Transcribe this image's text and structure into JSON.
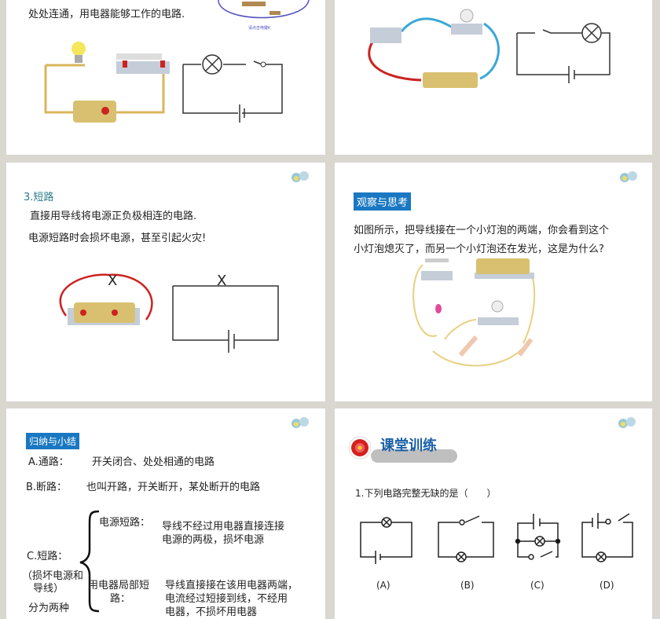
{
  "slide1": {
    "text": "处处连通，用电器能够工作的电路.",
    "caption": "请点击电键K"
  },
  "slide2": {},
  "slide3": {
    "heading": "3.短路",
    "line1": "直接用导线将电源正负极相连的电路.",
    "line2": "电源短路时会损坏电源，甚至引起火灾!",
    "mark": "X"
  },
  "slide4": {
    "tag": "观察与思考",
    "line1": "如图所示，把导线接在一个小灯泡的两端，你会看到这个",
    "line2": "小灯泡熄灭了，而另一个小灯泡还在发光，这是为什么?"
  },
  "slide5": {
    "tag": "归纳与小结",
    "a_label": "A.通路：",
    "a_text": "开关闭合、处处相通的电路",
    "b_label": "B.断路：",
    "b_text": "也叫开路，开关断开，某处断开的电路",
    "c_label": "C.短路：",
    "c_note1": "（损坏电源和",
    "c_note2": "导线）",
    "c_note3": "分为两种",
    "sub1_label": "电源短路：",
    "sub1_line1": "导线不经过用电器直接连接",
    "sub1_line2": "电源的两极，损坏电源",
    "sub2_label1": "用电器局部短",
    "sub2_label2": "路：",
    "sub2_line1": "导线直接接在该用电器两端，",
    "sub2_line2": "电流经过短接到线，不经用",
    "sub2_line3": "电器，不损坏用电器"
  },
  "slide6": {
    "title": "课堂训练",
    "question": "1.下列电路完整无缺的是（　　）",
    "options": [
      "(A)",
      "(B)",
      "(C)",
      "(D)"
    ]
  },
  "colors": {
    "tag": "#1a78c2",
    "battery": "#d8c070",
    "wire_red": "#cc2222",
    "wire_blue": "#3aa8d8"
  }
}
